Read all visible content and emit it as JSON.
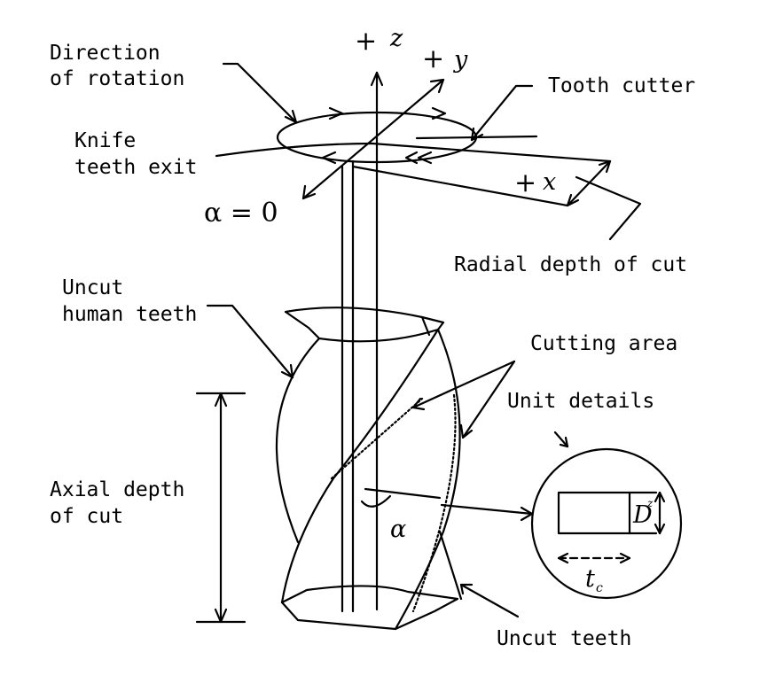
{
  "labels": {
    "direction_of_rotation_1": "Direction",
    "direction_of_rotation_2": "of rotation",
    "tooth_cutter": "Tooth cutter",
    "knife_teeth_exit_1": "Knife",
    "knife_teeth_exit_2": "teeth exit",
    "alpha_zero": "α = 0",
    "radial_depth": "Radial depth of cut",
    "uncut_human_teeth_1": "Uncut",
    "uncut_human_teeth_2": "human teeth",
    "cutting_area": "Cutting area",
    "unit_details": "Unit details",
    "axial_depth_1": "Axial depth",
    "axial_depth_2": "of cut",
    "uncut_teeth": "Uncut teeth",
    "alpha": "α",
    "tc": "t",
    "tc_sub": "c",
    "dz": "D",
    "dz_sub": "z"
  },
  "axes": {
    "z": "z",
    "y": "y",
    "x": "x",
    "plus": "+"
  }
}
